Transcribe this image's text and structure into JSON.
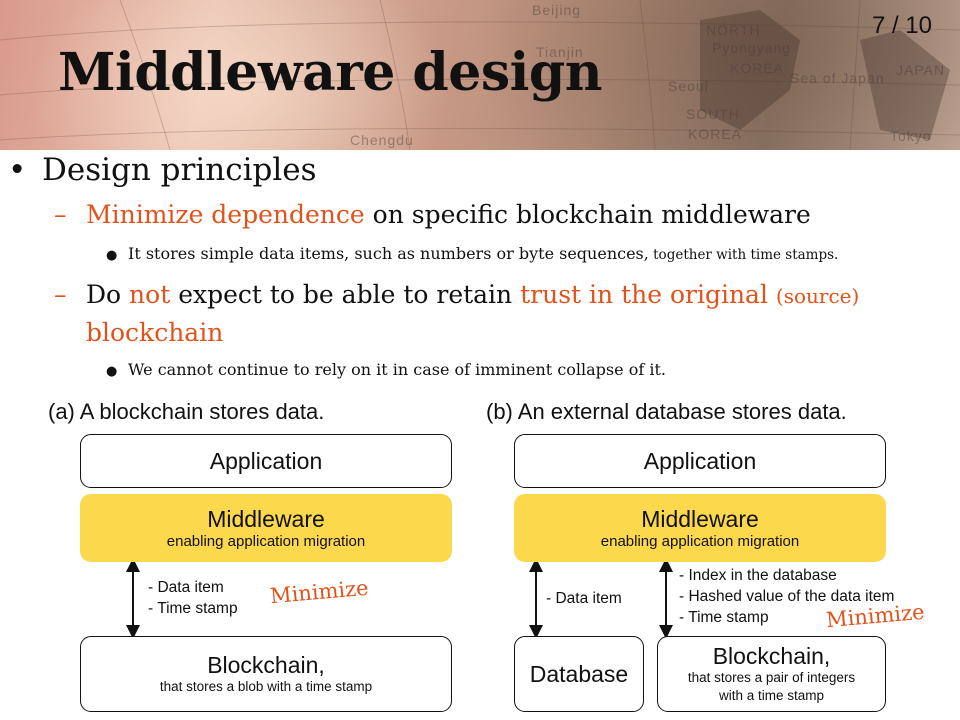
{
  "header": {
    "title": "Middleware design",
    "page_number": "7 / 10",
    "map_labels": [
      "Beijing",
      "Tianjin",
      "NORTH",
      "Pyongyang",
      "KOREA",
      "Seoul",
      "SOUTH",
      "KOREA",
      "JAPAN",
      "Tokyo",
      "Chengdu",
      "Sea of Japan"
    ]
  },
  "content": {
    "bullet": "Design principles",
    "point1": {
      "highlight": "Minimize dependence",
      "rest": " on specific blockchain middleware",
      "detail_main": "It stores simple data items, such as numbers or byte sequences,",
      "detail_small": " together with time stamps."
    },
    "point2": {
      "part1": "Do ",
      "highlight1": "not",
      "part2": " expect to be able to retain ",
      "highlight2": "trust in the original",
      "paren": "(source)",
      "line2": "blockchain",
      "detail": "We cannot continue to rely on it in case of imminent collapse of it."
    }
  },
  "diagram_a": {
    "caption": "(a) A blockchain stores data.",
    "application": "Application",
    "middleware_title": "Middleware",
    "middleware_sub": "enabling application migration",
    "notes": [
      "- Data item",
      "- Time stamp"
    ],
    "minimize": "Minimize",
    "blockchain_title": "Blockchain,",
    "blockchain_sub": "that stores a blob with a time stamp"
  },
  "diagram_b": {
    "caption": "(b) An external database stores data.",
    "application": "Application",
    "middleware_title": "Middleware",
    "middleware_sub": "enabling application migration",
    "db_note": "- Data item",
    "bc_notes": [
      "- Index in the database",
      "- Hashed value of the data item",
      "- Time stamp"
    ],
    "minimize": "Minimize",
    "database": "Database",
    "blockchain_title": "Blockchain,",
    "blockchain_sub_1": "that stores a pair of integers",
    "blockchain_sub_2": "with a time stamp"
  },
  "colors": {
    "accent": "#e2531b",
    "middleware_fill": "#fcd84d"
  }
}
